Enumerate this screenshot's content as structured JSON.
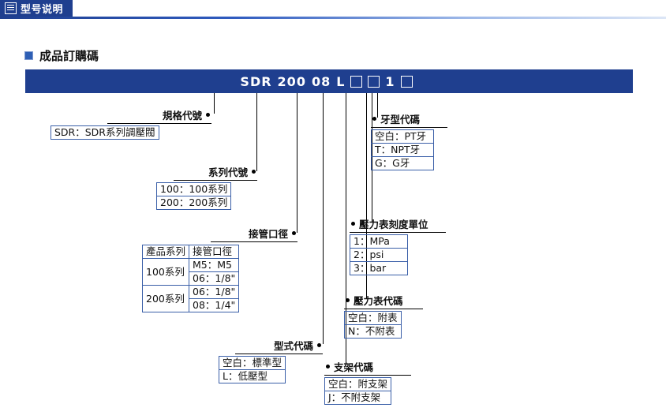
{
  "header": {
    "tab_label": "型号说明",
    "icon": "list-icon"
  },
  "section": {
    "title": "成品訂購碼"
  },
  "order_code": {
    "segments": [
      "SDR",
      "200",
      "08",
      "L"
    ],
    "blank_boxes": 2,
    "digit": "1",
    "trailing_boxes": 1,
    "full_text": "SDR 200 08 L □ □ 1 □"
  },
  "groups": {
    "spec": {
      "caption": "規格代號",
      "rows": [
        [
          "SDR：SDR系列調壓閥"
        ]
      ]
    },
    "series": {
      "caption": "系列代號",
      "rows": [
        [
          "100：100系列"
        ],
        [
          "200：200系列"
        ]
      ]
    },
    "port": {
      "caption": "接管口徑",
      "headers": [
        "產品系列",
        "接管口徑"
      ],
      "rows": [
        [
          "100系列",
          "M5：M5"
        ],
        [
          "",
          "06：1/8\""
        ],
        [
          "200系列",
          "06：1/8\""
        ],
        [
          "",
          "08：1/4\""
        ]
      ]
    },
    "type": {
      "caption": "型式代碼",
      "rows": [
        [
          "空白：標準型"
        ],
        [
          "L：低壓型"
        ]
      ]
    },
    "bracket": {
      "caption": "支架代碼",
      "rows": [
        [
          "空白：附支架"
        ],
        [
          "J：不附支架"
        ]
      ]
    },
    "gauge": {
      "caption": "壓力表代碼",
      "rows": [
        [
          "空白：附表"
        ],
        [
          "N：不附表"
        ]
      ]
    },
    "unit": {
      "caption": "壓力表刻度單位",
      "rows": [
        [
          "1：MPa"
        ],
        [
          "2：psi"
        ],
        [
          "3：bar"
        ]
      ]
    },
    "thread": {
      "caption": "牙型代碼",
      "rows": [
        [
          "空白：PT牙"
        ],
        [
          "T：NPT牙"
        ],
        [
          "G：G牙"
        ]
      ]
    }
  },
  "colors": {
    "brand_blue": "#1f3f8f",
    "table_border": "#3a5fa8",
    "text": "#111111"
  }
}
